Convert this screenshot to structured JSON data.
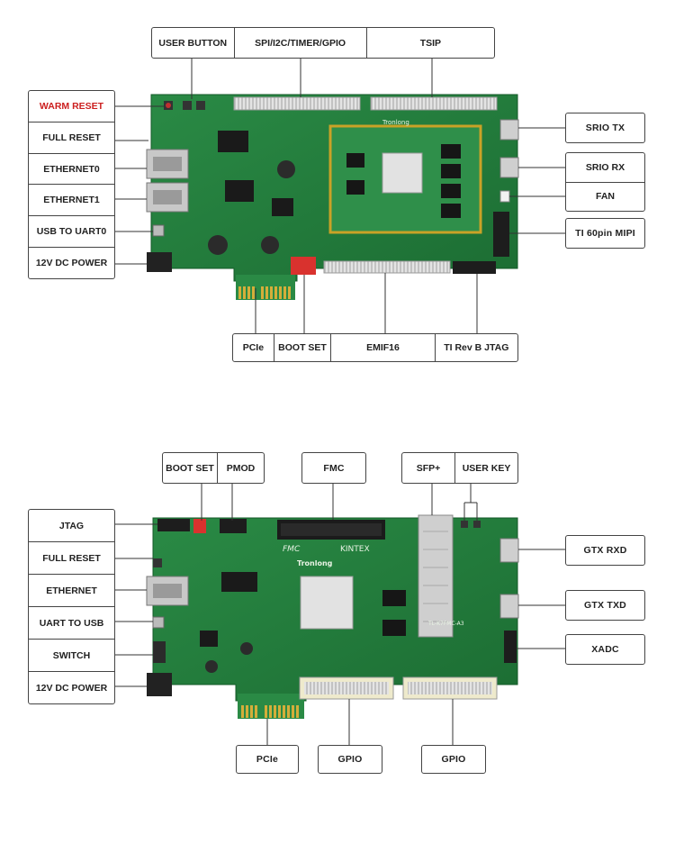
{
  "top_board": {
    "labels_top": [
      "USER BUTTON",
      "SPI/I2C/TIMER/GPIO",
      "TSIP"
    ],
    "labels_left": [
      "WARM RESET",
      "FULL RESET",
      "ETHERNET0",
      "ETHERNET1",
      "USB TO UART0",
      "12V DC POWER"
    ],
    "labels_right": [
      "SRIO TX",
      "SRIO RX",
      "FAN",
      "TI 60pin MIPI"
    ],
    "labels_bottom": [
      "PCIe",
      "BOOT SET",
      "EMIF16",
      "TI Rev B JTAG"
    ],
    "silk_brand": "Tronlong",
    "highlight_color": "#cc1f1f"
  },
  "bottom_board": {
    "labels_top": [
      "BOOT SET",
      "PMOD",
      "FMC",
      "SFP+",
      "USER KEY"
    ],
    "labels_left": [
      "JTAG",
      "FULL RESET",
      "ETHERNET",
      "UART TO USB",
      "SWITCH",
      "12V DC POWER"
    ],
    "labels_right": [
      "GTX RXD",
      "GTX TXD",
      "XADC"
    ],
    "labels_bottom": [
      "PCIe",
      "GPIO",
      "GPIO"
    ],
    "silk_brand": "Tronlong",
    "silk_fmc": "FMC",
    "silk_chip": "KINTEX",
    "silk_model": "TL-K7FMC-A3"
  },
  "colors": {
    "pcb_green": "#1f7a3a",
    "gold": "#c9a227",
    "connector_gray": "#d8d8d8"
  }
}
